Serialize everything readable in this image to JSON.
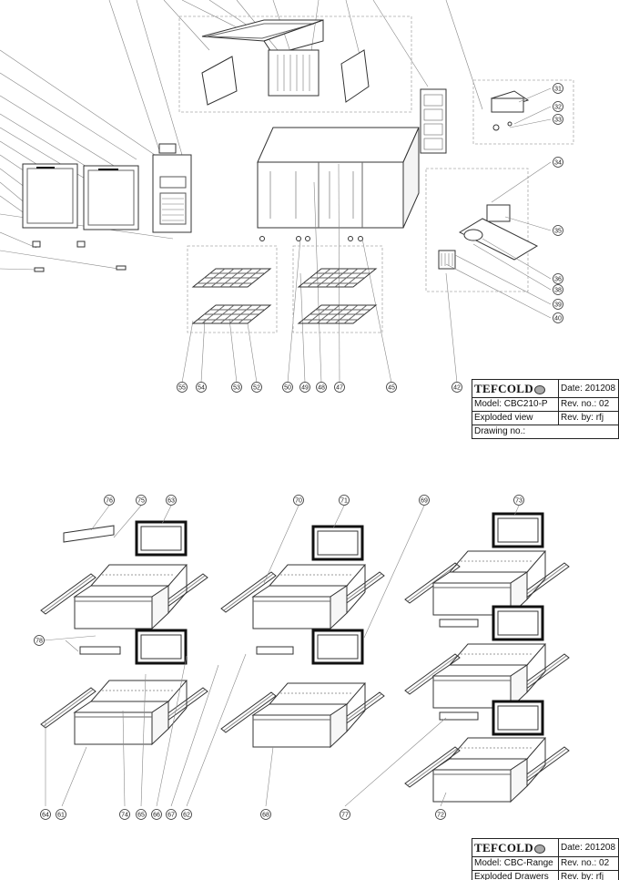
{
  "sheet_top": {
    "callouts": [
      "31",
      "32",
      "33",
      "34",
      "35",
      "36",
      "38",
      "39",
      "40",
      "42",
      "45",
      "47",
      "48",
      "49",
      "50",
      "52",
      "53",
      "54",
      "55"
    ],
    "title_block": {
      "brand": "TEFCOLD",
      "date": "Date: 201208",
      "model": "Model: CBC210-P",
      "rev_no": "Rev. no.: 02",
      "view": "Exploded view",
      "rev_by": "Rev. by: rfj",
      "drawing_no": "Drawing no.:"
    }
  },
  "sheet_bottom": {
    "callouts": [
      "61",
      "62",
      "63",
      "64",
      "65",
      "66",
      "67",
      "68",
      "69",
      "70",
      "71",
      "72",
      "73",
      "74",
      "75",
      "76",
      "77",
      "78"
    ],
    "title_block": {
      "brand": "TEFCOLD",
      "date": "Date: 201208",
      "model": "Model: CBC-Range",
      "rev_no": "Rev. no.: 02",
      "view": "Exploded Drawers",
      "rev_by": "Rev. by: rfj"
    }
  },
  "colors": {
    "line": "#333333",
    "light": "#888888",
    "dash": "#aaaaaa"
  }
}
